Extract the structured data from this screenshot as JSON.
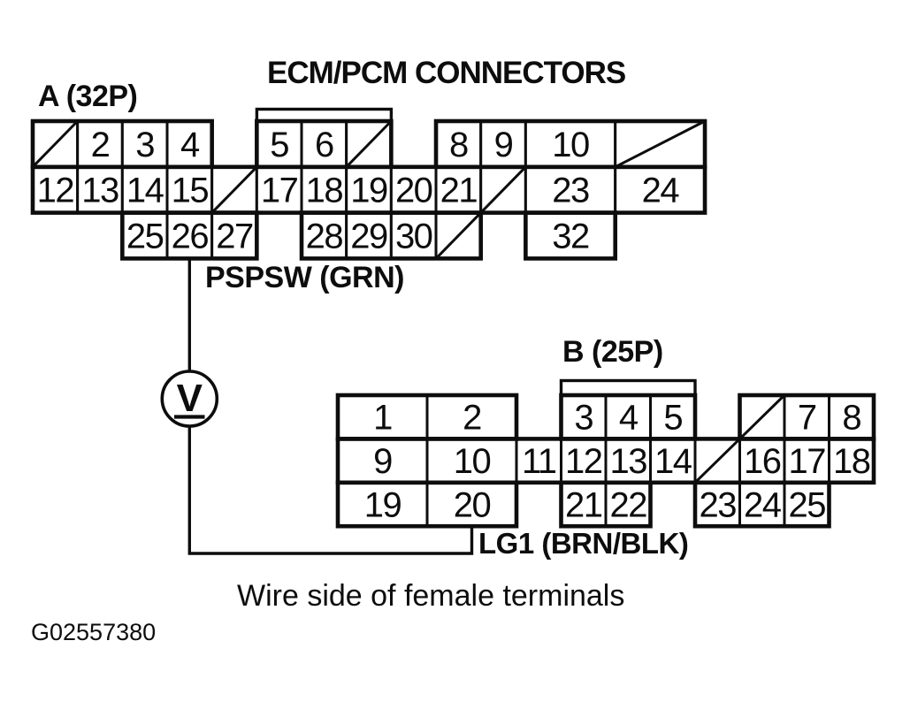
{
  "title": "ECM/PCM CONNECTORS",
  "footer": {
    "note": "Wire side of female terminals",
    "figure_id": "G02557380"
  },
  "meter": {
    "type": "voltmeter",
    "symbol": "V"
  },
  "wires": [
    {
      "name": "pspsw",
      "label": "PSPSW (GRN)",
      "from": "A-26",
      "to": "voltmeter"
    },
    {
      "name": "lg1",
      "label": "LG1 (BRN/BLK)",
      "from": "voltmeter",
      "to": "B-20"
    }
  ],
  "connector_a": {
    "label": "A (32P)",
    "cells": [
      {
        "pin": "",
        "row": 0,
        "col": 0,
        "empty": true
      },
      {
        "pin": "2",
        "row": 0,
        "col": 1
      },
      {
        "pin": "3",
        "row": 0,
        "col": 2
      },
      {
        "pin": "4",
        "row": 0,
        "col": 3
      },
      {
        "pin": "5",
        "row": 0,
        "col": 5
      },
      {
        "pin": "6",
        "row": 0,
        "col": 6
      },
      {
        "pin": "",
        "row": 0,
        "col": 7,
        "empty": true
      },
      {
        "pin": "8",
        "row": 0,
        "col": 9
      },
      {
        "pin": "9",
        "row": 0,
        "col": 10
      },
      {
        "pin": "10",
        "row": 0,
        "col": 11,
        "span": 2
      },
      {
        "pin": "",
        "row": 0,
        "col": 13,
        "span": 2,
        "empty": true
      },
      {
        "pin": "12",
        "row": 1,
        "col": 0
      },
      {
        "pin": "13",
        "row": 1,
        "col": 1
      },
      {
        "pin": "14",
        "row": 1,
        "col": 2
      },
      {
        "pin": "15",
        "row": 1,
        "col": 3
      },
      {
        "pin": "",
        "row": 1,
        "col": 4,
        "empty": true
      },
      {
        "pin": "17",
        "row": 1,
        "col": 5
      },
      {
        "pin": "18",
        "row": 1,
        "col": 6
      },
      {
        "pin": "19",
        "row": 1,
        "col": 7
      },
      {
        "pin": "20",
        "row": 1,
        "col": 8
      },
      {
        "pin": "21",
        "row": 1,
        "col": 9
      },
      {
        "pin": "",
        "row": 1,
        "col": 10,
        "empty": true
      },
      {
        "pin": "23",
        "row": 1,
        "col": 11,
        "span": 2
      },
      {
        "pin": "24",
        "row": 1,
        "col": 13,
        "span": 2
      },
      {
        "pin": "25",
        "row": 2,
        "col": 2
      },
      {
        "pin": "26",
        "row": 2,
        "col": 3
      },
      {
        "pin": "27",
        "row": 2,
        "col": 4
      },
      {
        "pin": "28",
        "row": 2,
        "col": 6
      },
      {
        "pin": "29",
        "row": 2,
        "col": 7
      },
      {
        "pin": "30",
        "row": 2,
        "col": 8
      },
      {
        "pin": "",
        "row": 2,
        "col": 9,
        "empty": true
      },
      {
        "pin": "32",
        "row": 2,
        "col": 11,
        "span": 2
      }
    ]
  },
  "connector_b": {
    "label": "B (25P)",
    "cells": [
      {
        "pin": "1",
        "row": 0,
        "col": 0,
        "span": 2
      },
      {
        "pin": "2",
        "row": 0,
        "col": 2,
        "span": 2
      },
      {
        "pin": "3",
        "row": 0,
        "col": 5
      },
      {
        "pin": "4",
        "row": 0,
        "col": 6
      },
      {
        "pin": "5",
        "row": 0,
        "col": 7
      },
      {
        "pin": "",
        "row": 0,
        "col": 9,
        "empty": true
      },
      {
        "pin": "7",
        "row": 0,
        "col": 10
      },
      {
        "pin": "8",
        "row": 0,
        "col": 11
      },
      {
        "pin": "9",
        "row": 1,
        "col": 0,
        "span": 2
      },
      {
        "pin": "10",
        "row": 1,
        "col": 2,
        "span": 2
      },
      {
        "pin": "11",
        "row": 1,
        "col": 4
      },
      {
        "pin": "12",
        "row": 1,
        "col": 5
      },
      {
        "pin": "13",
        "row": 1,
        "col": 6
      },
      {
        "pin": "14",
        "row": 1,
        "col": 7
      },
      {
        "pin": "",
        "row": 1,
        "col": 8,
        "empty": true
      },
      {
        "pin": "16",
        "row": 1,
        "col": 9
      },
      {
        "pin": "17",
        "row": 1,
        "col": 10
      },
      {
        "pin": "18",
        "row": 1,
        "col": 11
      },
      {
        "pin": "19",
        "row": 2,
        "col": 0,
        "span": 2
      },
      {
        "pin": "20",
        "row": 2,
        "col": 2,
        "span": 2
      },
      {
        "pin": "21",
        "row": 2,
        "col": 5
      },
      {
        "pin": "22",
        "row": 2,
        "col": 6
      },
      {
        "pin": "23",
        "row": 2,
        "col": 8
      },
      {
        "pin": "24",
        "row": 2,
        "col": 9
      },
      {
        "pin": "25",
        "row": 2,
        "col": 10
      }
    ]
  }
}
